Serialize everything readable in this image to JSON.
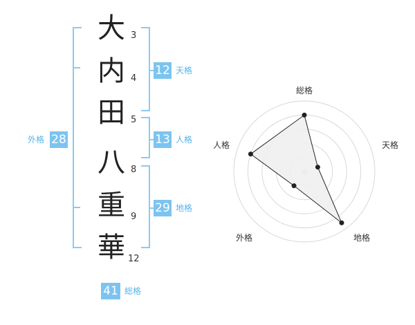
{
  "name_chars": [
    {
      "char": "大",
      "strokes": "3"
    },
    {
      "char": "内",
      "strokes": "4"
    },
    {
      "char": "田",
      "strokes": "5"
    },
    {
      "char": "八",
      "strokes": "8"
    },
    {
      "char": "重",
      "strokes": "9"
    },
    {
      "char": "華",
      "strokes": "12"
    }
  ],
  "fortunes": {
    "tenkaku": {
      "value": "12",
      "label": "天格"
    },
    "jinkaku": {
      "value": "13",
      "label": "人格"
    },
    "chikaku": {
      "value": "29",
      "label": "地格"
    },
    "gaikaku": {
      "value": "28",
      "label": "外格"
    },
    "soukaku": {
      "value": "41",
      "label": "総格"
    }
  },
  "chart_data": {
    "type": "radar",
    "axes": [
      "総格",
      "天格",
      "地格",
      "外格",
      "人格"
    ],
    "values": [
      0.8,
      0.2,
      0.9,
      0.25,
      0.8
    ],
    "max": 1,
    "rings": 5
  },
  "colors": {
    "accent": "#7cc4f0",
    "bracket": "#7cc4f0",
    "fill": "#f0f0f0"
  }
}
